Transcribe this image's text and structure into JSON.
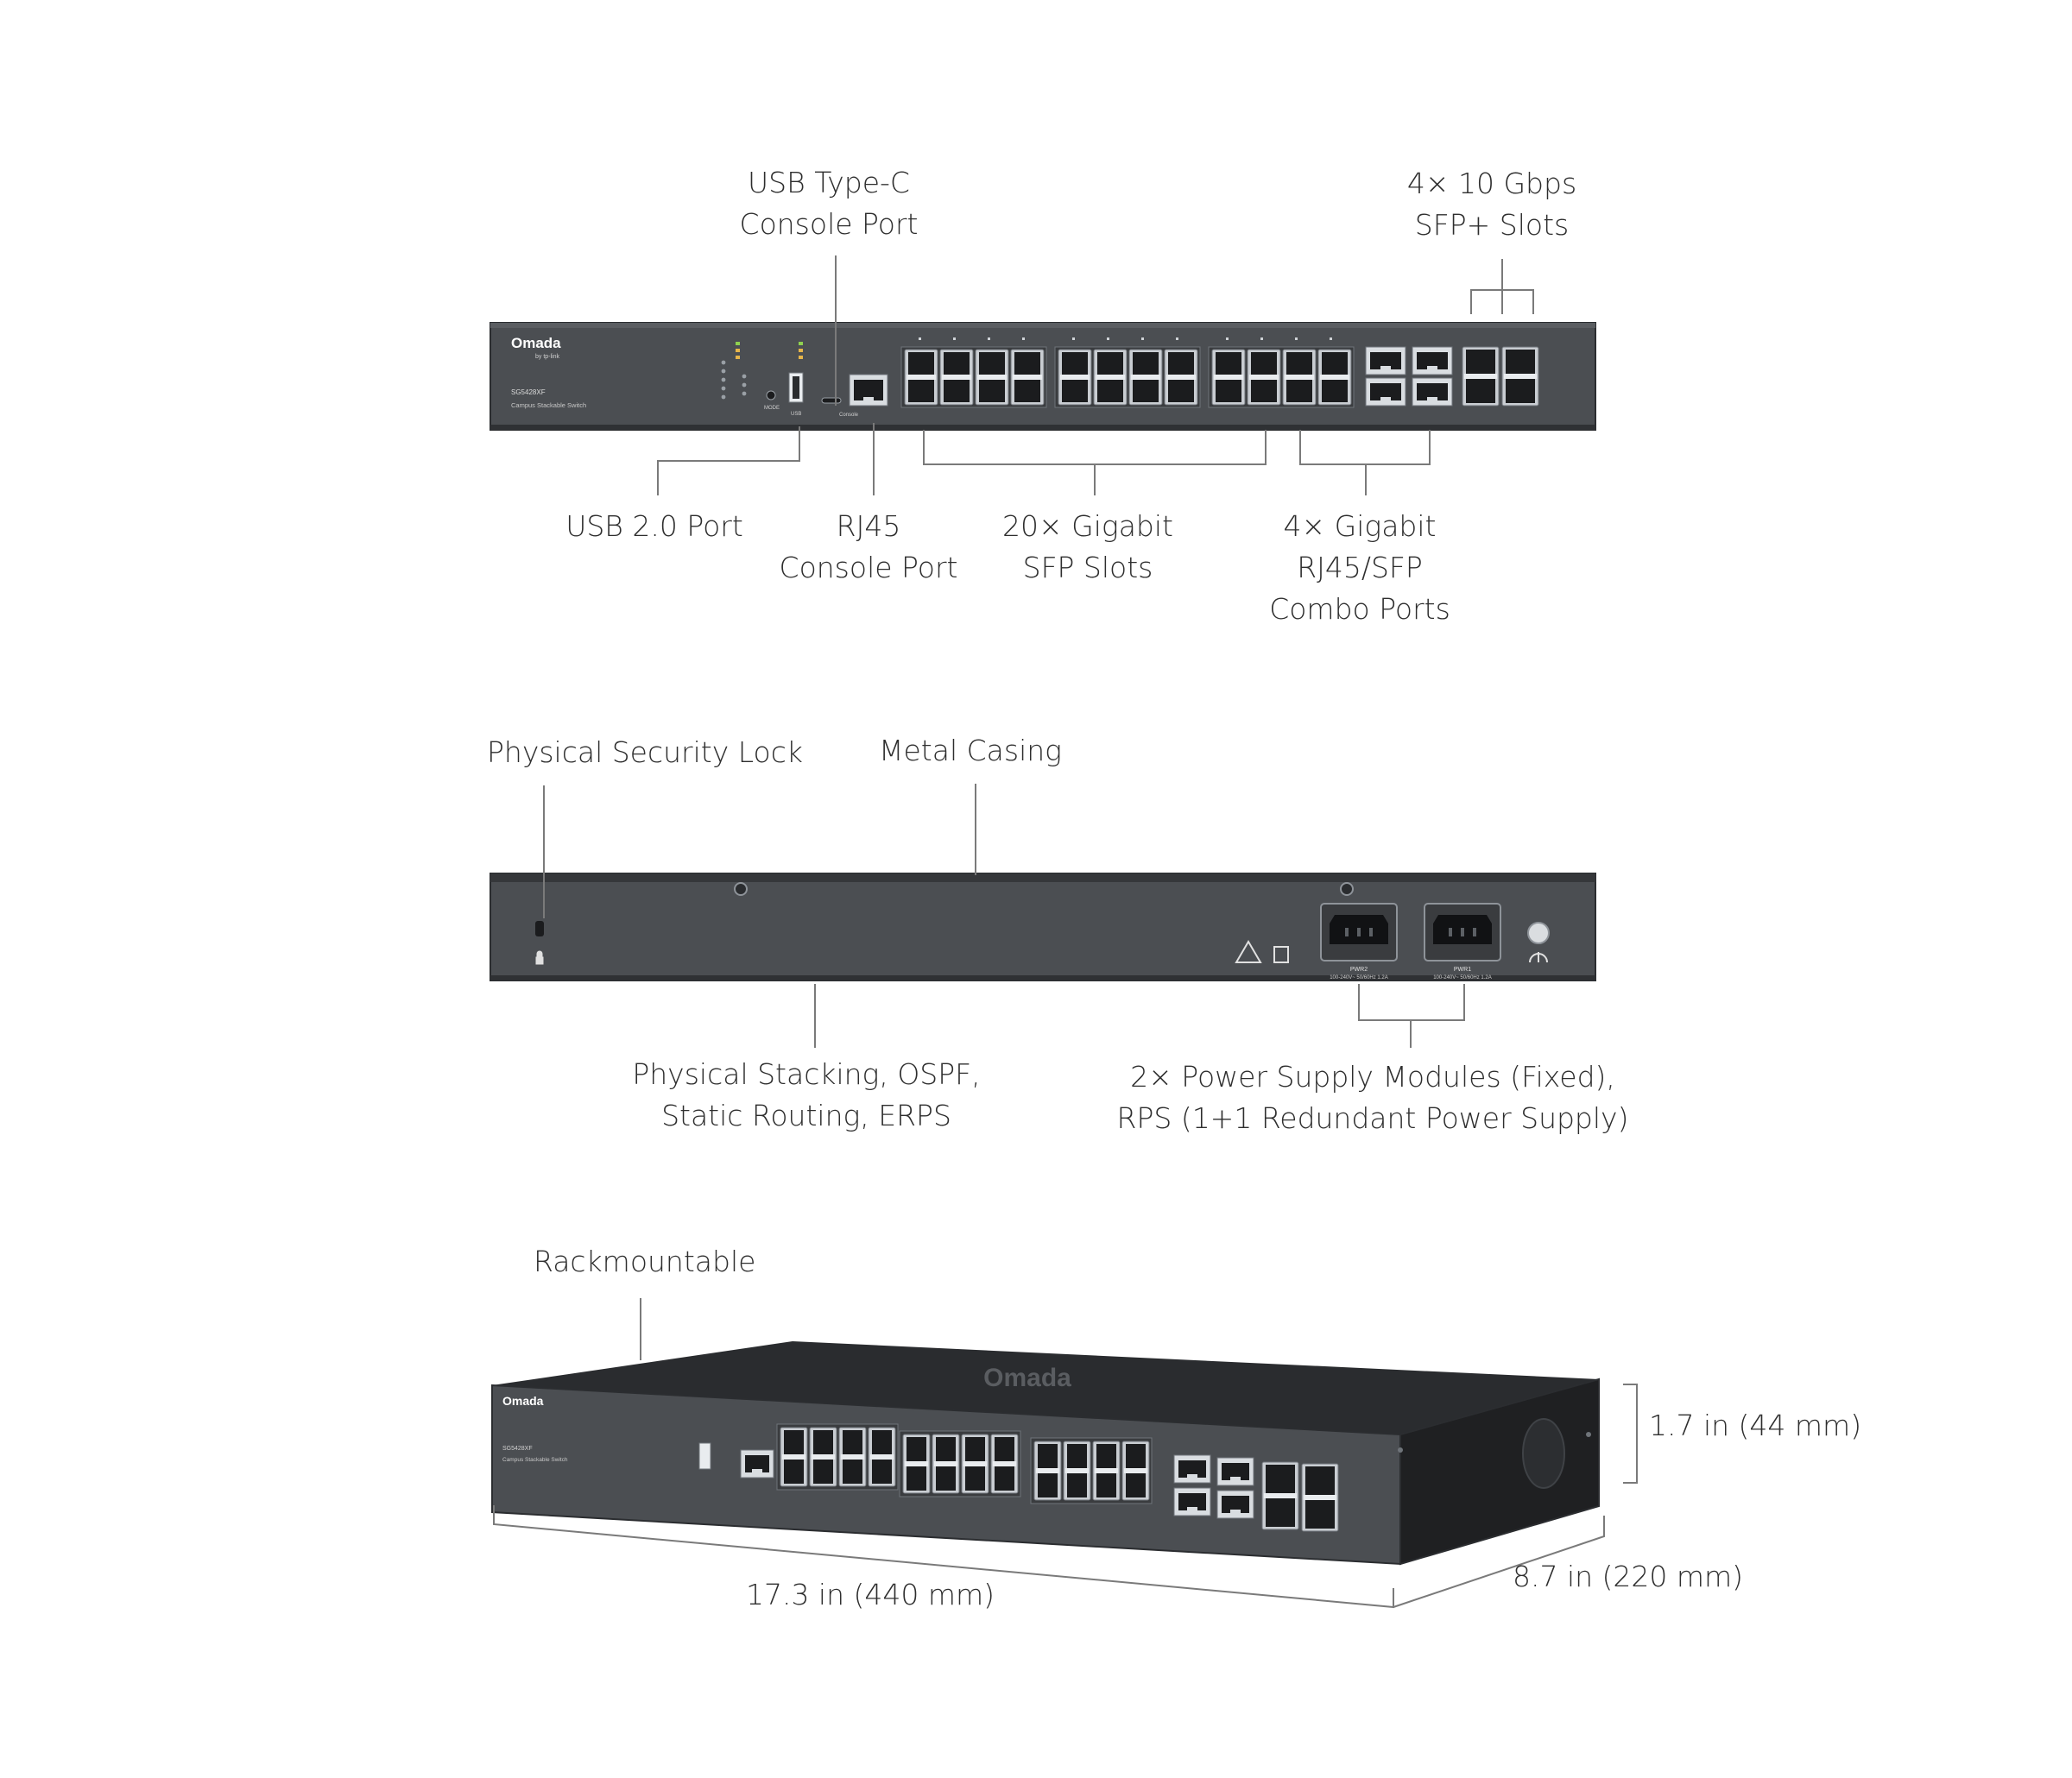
{
  "colors": {
    "background": "#ffffff",
    "label_text": "#2e2e2e",
    "leader_line": "#7a7a7a",
    "chassis_face": "#4b4e52",
    "chassis_dark": "#2f3134",
    "chassis_top": "#2a2c2f",
    "port_frame": "#c9cdd2",
    "port_cage": "#8e9399",
    "port_hole": "#1b1c1e",
    "led_green": "#8fd14f",
    "led_amber": "#e6b54a",
    "rj45_body": "#d9dde1"
  },
  "front_panel": {
    "brand": "Omada",
    "brand_sub": "by tp-link",
    "model": "SG5428XF",
    "subtitle": "Campus Stackable Switch",
    "port_label_usb": "USB",
    "port_label_console": "Console",
    "button_mode": "MODE",
    "callouts": {
      "usb_c": [
        "USB Type-C",
        "Console Port"
      ],
      "sfp_plus": [
        "4× 10 Gbps",
        "SFP+ Slots"
      ],
      "usb2": [
        "USB 2.0 Port"
      ],
      "rj45_console": [
        "RJ45",
        "Console Port"
      ],
      "sfp": [
        "20× Gigabit",
        "SFP Slots"
      ],
      "combo": [
        "4× Gigabit",
        "RJ45/SFP",
        "Combo Ports"
      ]
    }
  },
  "rear_panel": {
    "pwr2_label": "PWR2",
    "pwr1_label": "PWR1",
    "power_rating": "100-240V~ 50/60Hz 1.2A",
    "callouts": {
      "lock": [
        "Physical Security Lock"
      ],
      "casing": [
        "Metal Casing"
      ],
      "stacking": [
        "Physical Stacking, OSPF,",
        "Static Routing, ERPS"
      ],
      "power": [
        "2× Power Supply Modules (Fixed),",
        "RPS (1+1 Redundant Power Supply)"
      ]
    }
  },
  "angled_view": {
    "callouts": {
      "rack": [
        "Rackmountable"
      ],
      "height": [
        "1.7 in (44 mm)"
      ],
      "width": [
        "17.3 in (440 mm)"
      ],
      "depth": [
        "8.7  in (220 mm)"
      ]
    }
  }
}
